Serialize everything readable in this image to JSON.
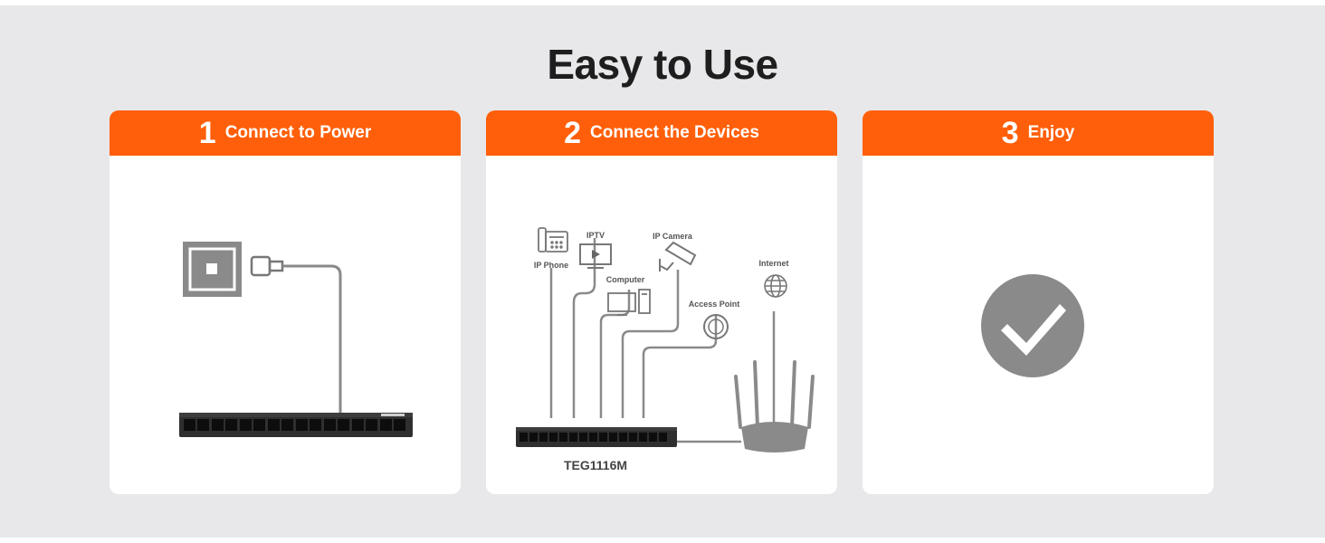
{
  "title": "Easy to Use",
  "accent_color": "#ff5f0a",
  "steps": [
    {
      "number": "1",
      "label": "Connect to Power"
    },
    {
      "number": "2",
      "label": "Connect the Devices"
    },
    {
      "number": "3",
      "label": "Enjoy"
    }
  ],
  "devices": {
    "ip_phone": "IP Phone",
    "iptv": "IPTV",
    "computer": "Computer",
    "ip_camera": "IP Camera",
    "access_point": "Access Point",
    "internet": "Internet"
  },
  "model_name": "TEG1116M",
  "icons": [
    "power-outlet-icon",
    "power-plug-icon",
    "network-switch-icon",
    "ip-phone-icon",
    "iptv-icon",
    "computer-icon",
    "ip-camera-icon",
    "access-point-icon",
    "internet-globe-icon",
    "router-icon",
    "checkmark-icon"
  ]
}
